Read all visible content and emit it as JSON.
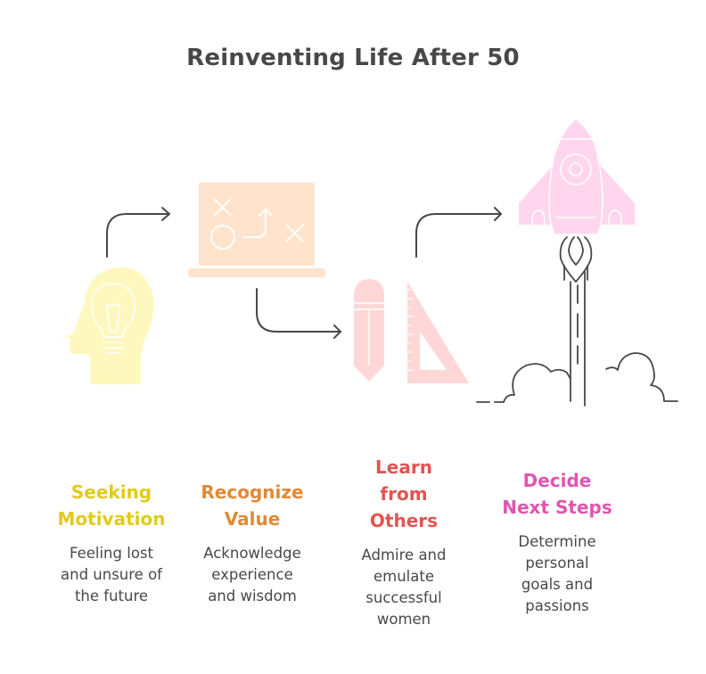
{
  "title": "Reinventing Life After 50",
  "colors": {
    "ink": "#484848",
    "step1": "#E0CB1B",
    "step2": "#E08A34",
    "step3": "#E05552",
    "step4": "#E055B0",
    "icon1_fill": "#FFF8BE",
    "icon2_fill": "#FFE3CC",
    "icon3_fill": "#FFD7D7",
    "icon4_fill": "#FFD6EE"
  },
  "steps": [
    {
      "id": "seeking-motivation",
      "heading_lines": [
        "Seeking",
        "Motivation"
      ],
      "desc_lines": [
        "Feeling lost",
        "and unsure of",
        "the future"
      ],
      "icon": "head-lightbulb-icon"
    },
    {
      "id": "recognize-value",
      "heading_lines": [
        "Recognize",
        "Value"
      ],
      "desc_lines": [
        "Acknowledge",
        "experience",
        "and wisdom"
      ],
      "icon": "strategy-board-icon"
    },
    {
      "id": "learn-from-others",
      "heading_lines": [
        "Learn",
        "from",
        "Others"
      ],
      "desc_lines": [
        "Admire and",
        "emulate",
        "successful",
        "women"
      ],
      "icon": "pencil-ruler-icon"
    },
    {
      "id": "decide-next-steps",
      "heading_lines": [
        "Decide",
        "Next Steps"
      ],
      "desc_lines": [
        "Determine",
        "personal",
        "goals and",
        "passions"
      ],
      "icon": "rocket-launch-icon"
    }
  ]
}
